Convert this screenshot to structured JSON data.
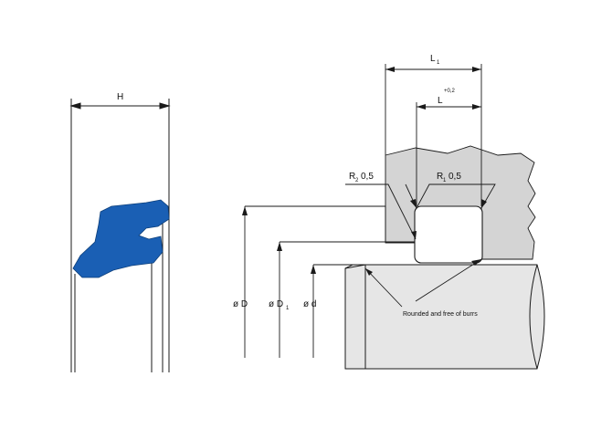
{
  "labels": {
    "width_H": "H",
    "length_L1_main": "L",
    "length_L1_sub": "1",
    "length_L_main": "L",
    "length_L_tol": "+0,2",
    "radius_R2_main": "R",
    "radius_R2_sub": "2",
    "radius_R2_value": "0,5",
    "radius_R1_main": "R",
    "radius_R1_sub": "1",
    "radius_R1_value": "0,5",
    "dia_D": "ø D",
    "dia_D1_main": "ø D",
    "dia_D1_sub": "1",
    "dia_d": "ø d",
    "note_edges": "Rounded and free of burrs"
  },
  "colors": {
    "seal": "#1a5fb4",
    "housing": "#d4d4d4",
    "rod": "#e6e6e6",
    "line": "#1a1a1a"
  }
}
